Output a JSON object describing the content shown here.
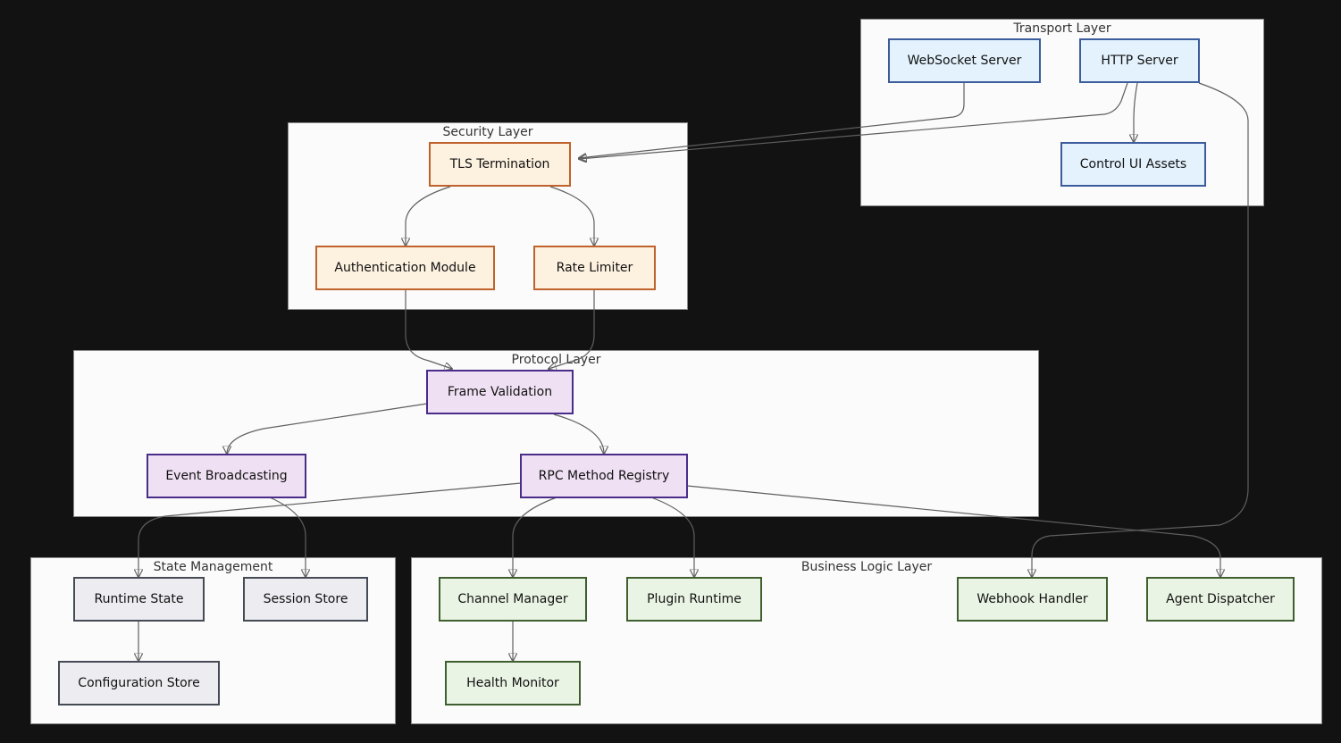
{
  "groups": {
    "transport": {
      "title": "Transport Layer"
    },
    "security": {
      "title": "Security Layer"
    },
    "protocol": {
      "title": "Protocol Layer"
    },
    "state": {
      "title": "State Management"
    },
    "business": {
      "title": "Business Logic Layer"
    }
  },
  "nodes": {
    "websocket_server": "WebSocket Server",
    "http_server": "HTTP Server",
    "control_ui_assets": "Control UI Assets",
    "tls_termination": "TLS Termination",
    "authentication_module": "Authentication Module",
    "rate_limiter": "Rate Limiter",
    "frame_validation": "Frame Validation",
    "event_broadcasting": "Event Broadcasting",
    "rpc_method_registry": "RPC Method Registry",
    "runtime_state": "Runtime State",
    "session_store": "Session Store",
    "configuration_store": "Configuration Store",
    "channel_manager": "Channel Manager",
    "plugin_runtime": "Plugin Runtime",
    "health_monitor": "Health Monitor",
    "webhook_handler": "Webhook Handler",
    "agent_dispatcher": "Agent Dispatcher"
  },
  "edges": [
    {
      "from": "websocket_server",
      "to": "tls_termination"
    },
    {
      "from": "http_server",
      "to": "tls_termination"
    },
    {
      "from": "http_server",
      "to": "control_ui_assets"
    },
    {
      "from": "http_server",
      "to": "webhook_handler"
    },
    {
      "from": "tls_termination",
      "to": "authentication_module"
    },
    {
      "from": "tls_termination",
      "to": "rate_limiter"
    },
    {
      "from": "authentication_module",
      "to": "frame_validation"
    },
    {
      "from": "rate_limiter",
      "to": "frame_validation"
    },
    {
      "from": "frame_validation",
      "to": "event_broadcasting"
    },
    {
      "from": "frame_validation",
      "to": "rpc_method_registry"
    },
    {
      "from": "event_broadcasting",
      "to": "session_store"
    },
    {
      "from": "rpc_method_registry",
      "to": "runtime_state"
    },
    {
      "from": "rpc_method_registry",
      "to": "channel_manager"
    },
    {
      "from": "rpc_method_registry",
      "to": "plugin_runtime"
    },
    {
      "from": "rpc_method_registry",
      "to": "agent_dispatcher"
    },
    {
      "from": "runtime_state",
      "to": "configuration_store"
    },
    {
      "from": "channel_manager",
      "to": "health_monitor"
    }
  ],
  "colors": {
    "background": "#121212",
    "group_fill": "#fbfbfb",
    "edge": "#5f5f5f",
    "transport_fill": "#e3f2fd",
    "transport_border": "#3c5c9c",
    "security_fill": "#fdf1df",
    "security_border": "#c0622b",
    "protocol_fill": "#efe0f3",
    "protocol_border": "#4a2d8a",
    "state_fill": "#ececf1",
    "state_border": "#454b55",
    "business_fill": "#eaf4e4",
    "business_border": "#3f5f2f"
  }
}
